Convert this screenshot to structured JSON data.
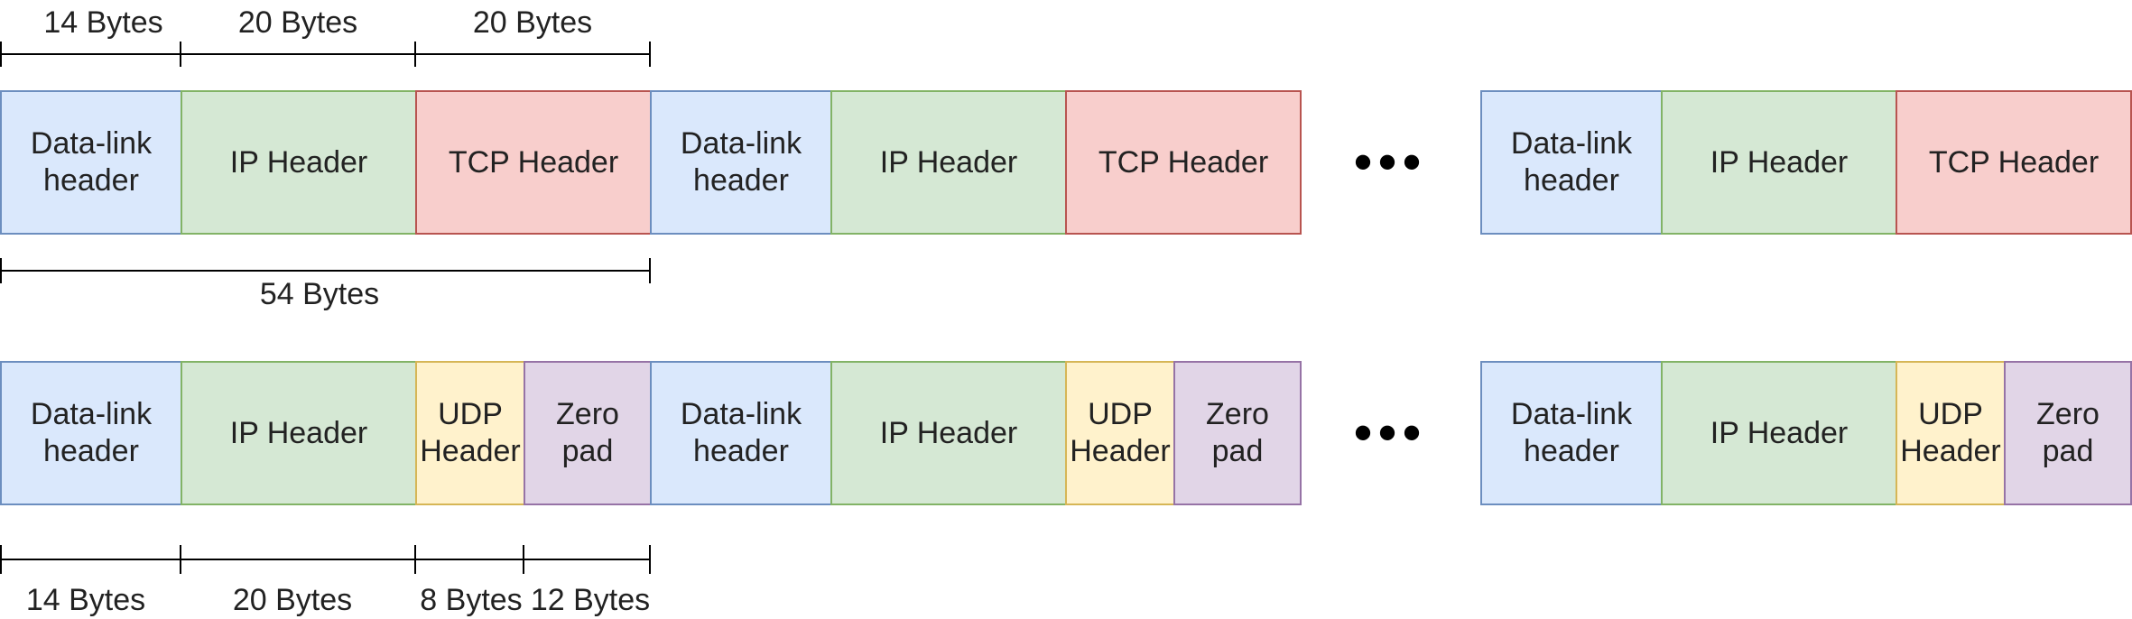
{
  "colors": {
    "data_link": {
      "fill": "#dae8fc",
      "stroke": "#6c8ebf"
    },
    "ip": {
      "fill": "#d5e8d4",
      "stroke": "#82b366"
    },
    "tcp": {
      "fill": "#f8cecc",
      "stroke": "#b85450"
    },
    "udp": {
      "fill": "#fff2cc",
      "stroke": "#d6b656"
    },
    "zero_pad": {
      "fill": "#e1d5e7",
      "stroke": "#9673a6"
    }
  },
  "tcp_row": {
    "packets": [
      {
        "cells": [
          {
            "kind": "data_link",
            "lines": [
              "Data-link",
              "header"
            ]
          },
          {
            "kind": "ip",
            "lines": [
              "IP Header"
            ]
          },
          {
            "kind": "tcp",
            "lines": [
              "TCP Header"
            ]
          }
        ]
      },
      {
        "cells": [
          {
            "kind": "data_link",
            "lines": [
              "Data-link",
              "header"
            ]
          },
          {
            "kind": "ip",
            "lines": [
              "IP Header"
            ]
          },
          {
            "kind": "tcp",
            "lines": [
              "TCP Header"
            ]
          }
        ]
      },
      {
        "cells": [
          {
            "kind": "data_link",
            "lines": [
              "Data-link",
              "header"
            ]
          },
          {
            "kind": "ip",
            "lines": [
              "IP Header"
            ]
          },
          {
            "kind": "tcp",
            "lines": [
              "TCP Header"
            ]
          }
        ]
      }
    ],
    "ellipsis": "•••",
    "top_dimensions": [
      "14 Bytes",
      "20 Bytes",
      "20 Bytes"
    ],
    "total_dimension": "54 Bytes"
  },
  "udp_row": {
    "packets": [
      {
        "cells": [
          {
            "kind": "data_link",
            "lines": [
              "Data-link",
              "header"
            ]
          },
          {
            "kind": "ip",
            "lines": [
              "IP Header"
            ]
          },
          {
            "kind": "udp",
            "lines": [
              "UDP",
              "Header"
            ]
          },
          {
            "kind": "zero_pad",
            "lines": [
              "Zero",
              "pad"
            ]
          }
        ]
      },
      {
        "cells": [
          {
            "kind": "data_link",
            "lines": [
              "Data-link",
              "header"
            ]
          },
          {
            "kind": "ip",
            "lines": [
              "IP Header"
            ]
          },
          {
            "kind": "udp",
            "lines": [
              "UDP",
              "Header"
            ]
          },
          {
            "kind": "zero_pad",
            "lines": [
              "Zero",
              "pad"
            ]
          }
        ]
      },
      {
        "cells": [
          {
            "kind": "data_link",
            "lines": [
              "Data-link",
              "header"
            ]
          },
          {
            "kind": "ip",
            "lines": [
              "IP Header"
            ]
          },
          {
            "kind": "udp",
            "lines": [
              "UDP",
              "Header"
            ]
          },
          {
            "kind": "zero_pad",
            "lines": [
              "Zero",
              "pad"
            ]
          }
        ]
      }
    ],
    "ellipsis": "•••",
    "bottom_dimensions": [
      "14 Bytes",
      "20 Bytes",
      "8 Bytes",
      "12 Bytes"
    ]
  }
}
